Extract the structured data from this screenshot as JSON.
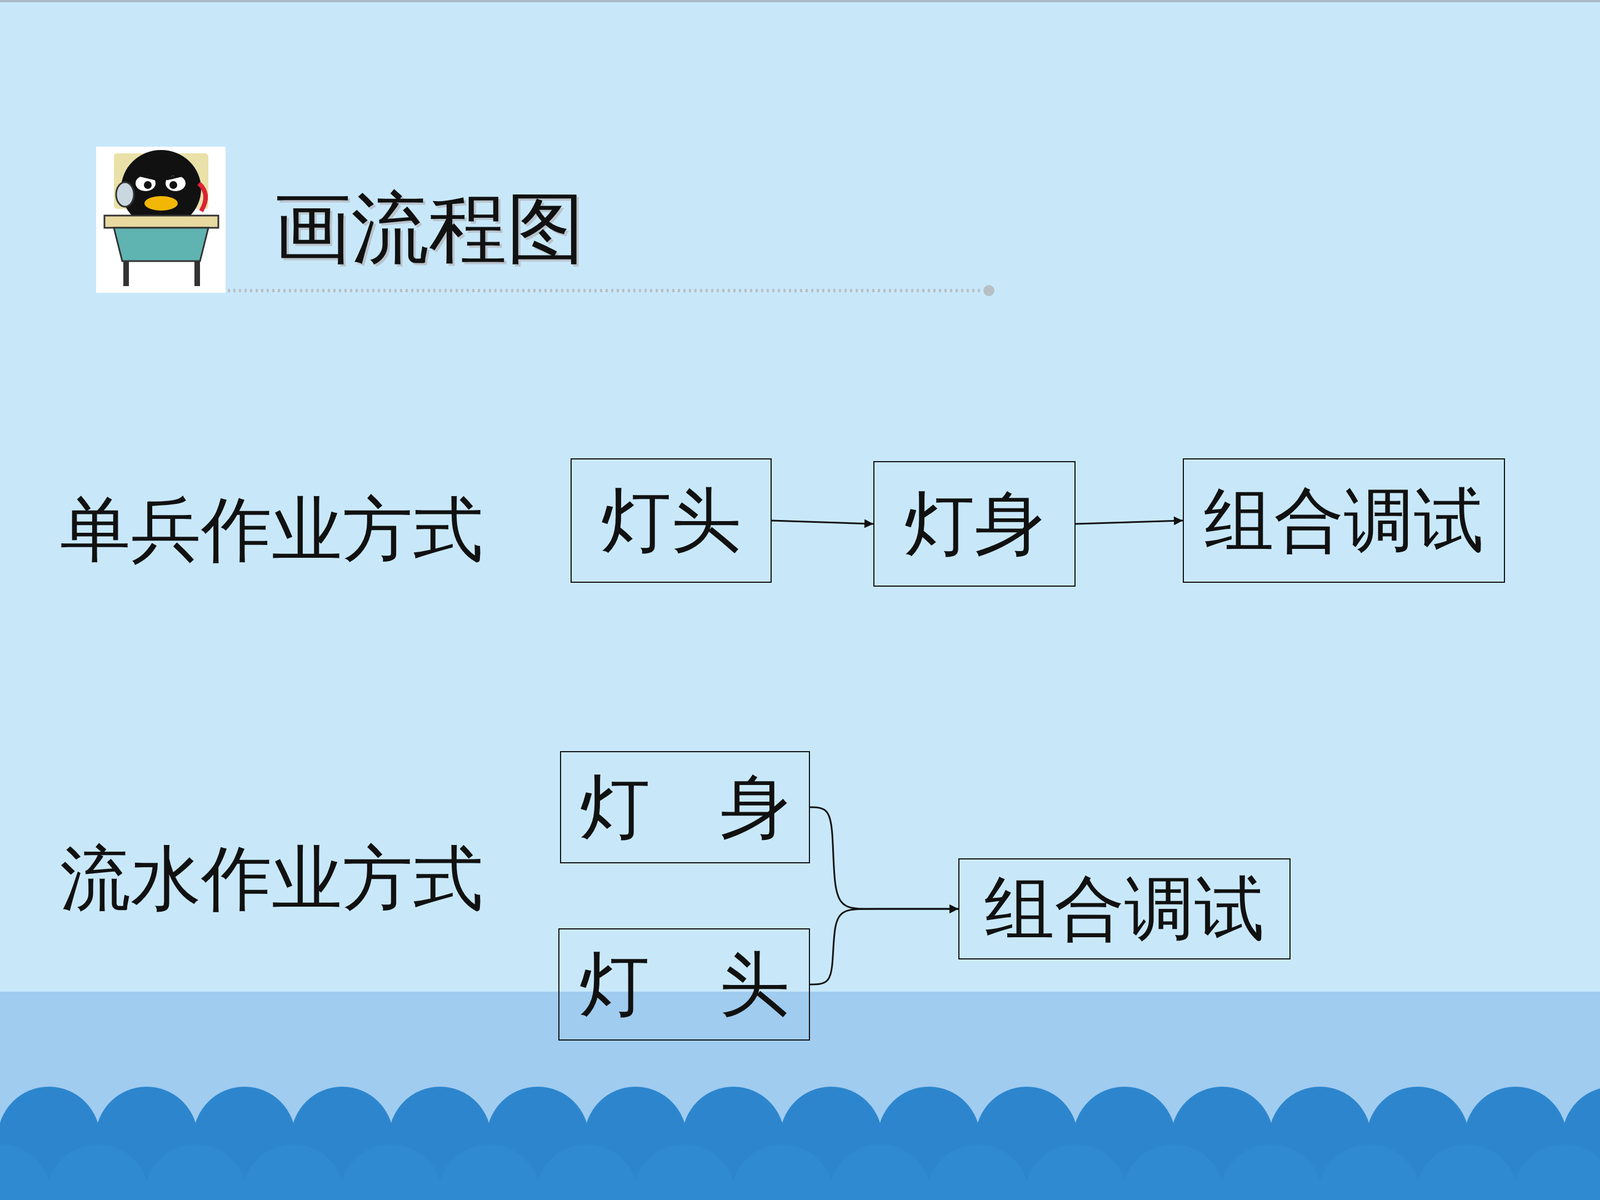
{
  "diagram": {
    "title": "画流程图",
    "nodes": [
      {
        "text": [
          "灯头"
        ]
      },
      {
        "text": [
          "灯身"
        ]
      },
      {
        "text": [
          "组合调试"
        ]
      },
      {
        "text": [
          "灯　身"
        ]
      },
      {
        "text": [
          "灯　头"
        ]
      },
      {
        "text": [
          "组合调试"
        ]
      }
    ],
    "edges": [
      {
        "from": 0,
        "to": 1,
        "arrow": "to"
      },
      {
        "from": 1,
        "to": 2,
        "arrow": "to"
      },
      {
        "from": 3,
        "to": 5,
        "arrow": "to"
      },
      {
        "from": 4,
        "to": 5,
        "arrow": "to"
      }
    ],
    "labels": [
      "单兵作业方式",
      "流水作业方式"
    ]
  }
}
